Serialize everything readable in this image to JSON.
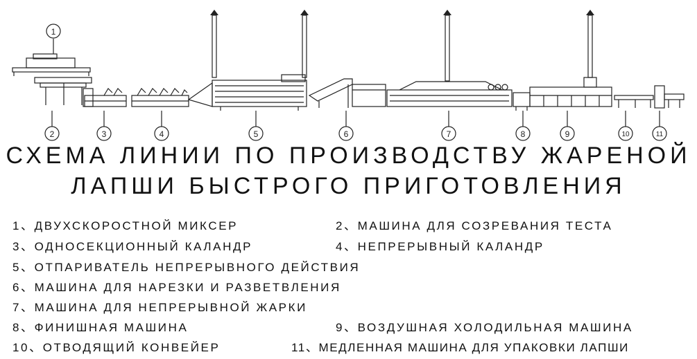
{
  "title": {
    "line1": "СХЕМА ЛИНИИ ПО ПРОИЗВОДСТВУ ЖАРЕНОЙ",
    "line2": "ЛАПШИ БЫСТРОГО ПРИГОТОВЛЕНИЯ"
  },
  "callouts": [
    "1",
    "2",
    "3",
    "4",
    "5",
    "6",
    "7",
    "8",
    "9",
    "10",
    "11"
  ],
  "legend": [
    "1、ДВУХСКОРОСТНОЙ МИКСЕР",
    "2、МАШИНА ДЛЯ СОЗРЕВАНИЯ ТЕСТА",
    "3、ОДНОСЕКЦИОННЫЙ КАЛАНДР",
    "4、НЕПРЕРЫВНЫЙ КАЛАНДР",
    "5、ОТПАРИВАТЕЛЬ НЕПРЕРЫВНОГО ДЕЙСТВИЯ",
    "6、МАШИНА ДЛЯ НАРЕЗКИ И РАЗВЕТВЛЕНИЯ",
    "7、МАШИНА ДЛЯ НЕПРЕРЫВНОЙ ЖАРКИ",
    "8、ФИНИШНАЯ МАШИНА",
    "9、ВОЗДУШНАЯ ХОЛОДИЛЬНАЯ МАШИНА",
    "10、ОТВОДЯЩИЙ КОНВЕЙЕР",
    "11、МЕДЛЕННАЯ МАШИНА ДЛЯ УПАКОВКИ ЛАПШИ"
  ]
}
